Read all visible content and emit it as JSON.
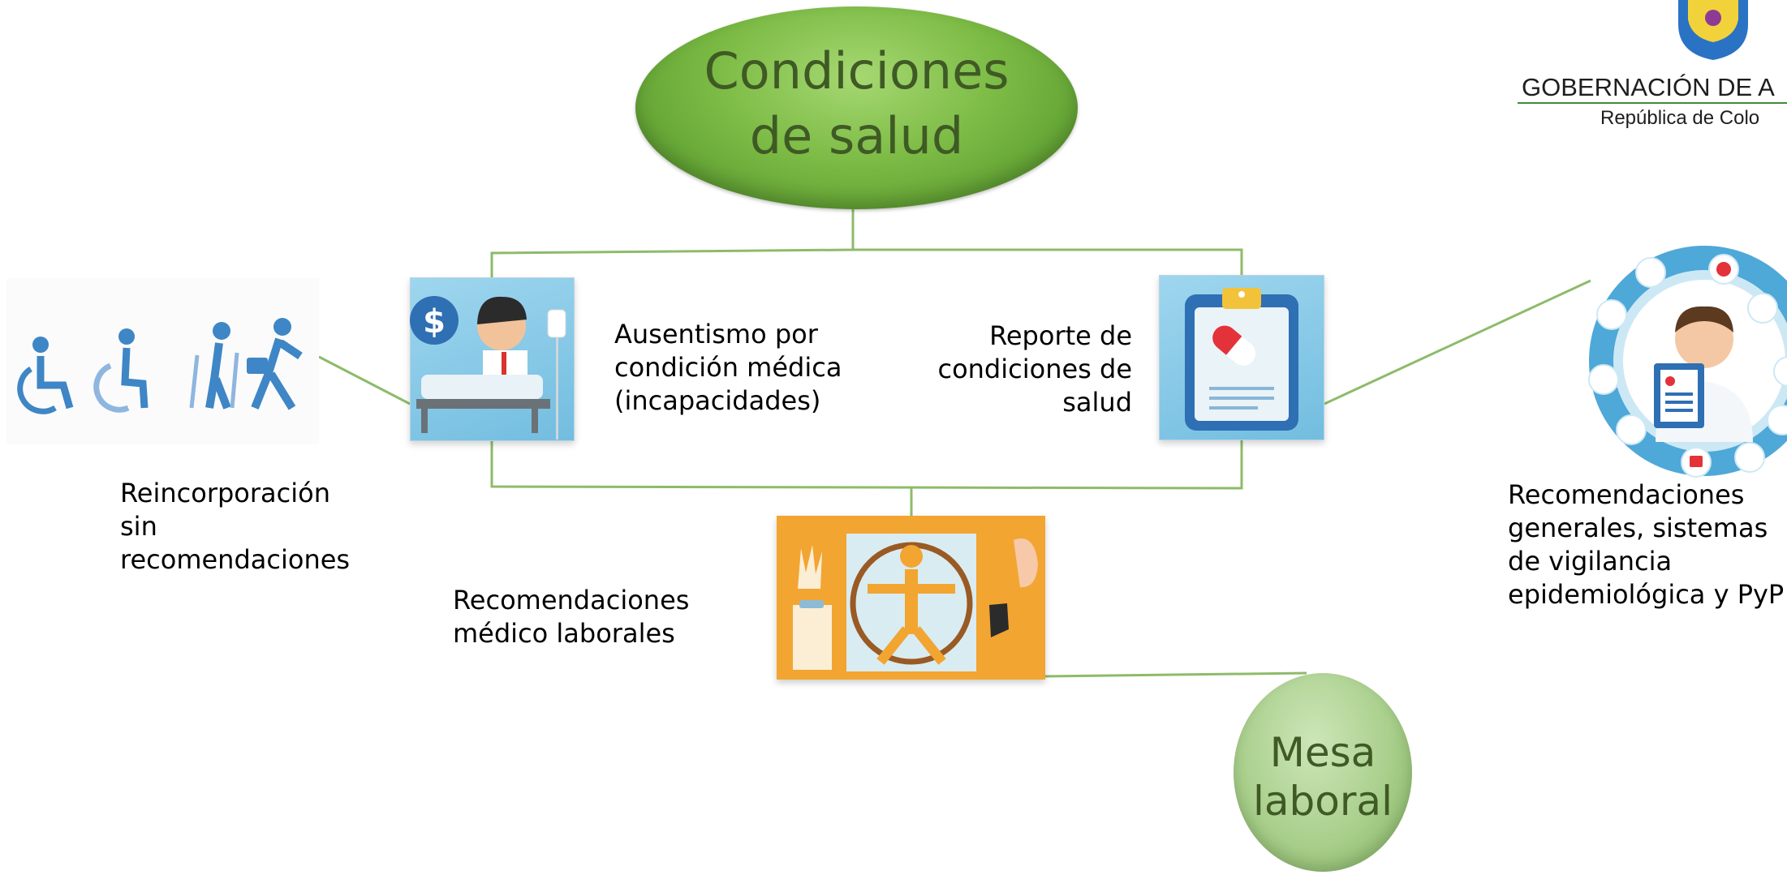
{
  "title": {
    "line1": "Condiciones",
    "line2": "de salud"
  },
  "mesa": {
    "line1": "Mesa",
    "line2": "laboral"
  },
  "logo": {
    "line1": "GOBERNACIÓN DE A",
    "line2": "República de Colo"
  },
  "labels": {
    "ausentismo": [
      "Ausentismo por",
      "condición médica",
      "(incapacidades)"
    ],
    "reporte": [
      "Reporte de",
      "condiciones de",
      "salud"
    ],
    "reincorporacion": [
      "Reincorporación",
      "sin",
      "recomendaciones"
    ],
    "recomendaciones_medico": [
      "Recomendaciones",
      "médico laborales"
    ],
    "recomendaciones_generales": [
      "Recomendaciones",
      "generales, sistemas",
      "de vigilancia",
      "epidemiológica y PyP"
    ]
  },
  "icons": {
    "ausentismo": "sick-patient-icon",
    "reporte": "clipboard-report-icon",
    "reincorporacion": "rehabilitation-icon",
    "medico": "vitruvian-body-icon",
    "generales": "doctor-circle-icon"
  },
  "colors": {
    "connector": "#8dbb6a",
    "title_green": "#6aa93a",
    "mesa_green": "#a9cf8c",
    "tile_blue": "#86c8e6",
    "orange": "#f2a531",
    "person_blue": "#3e86c6"
  }
}
